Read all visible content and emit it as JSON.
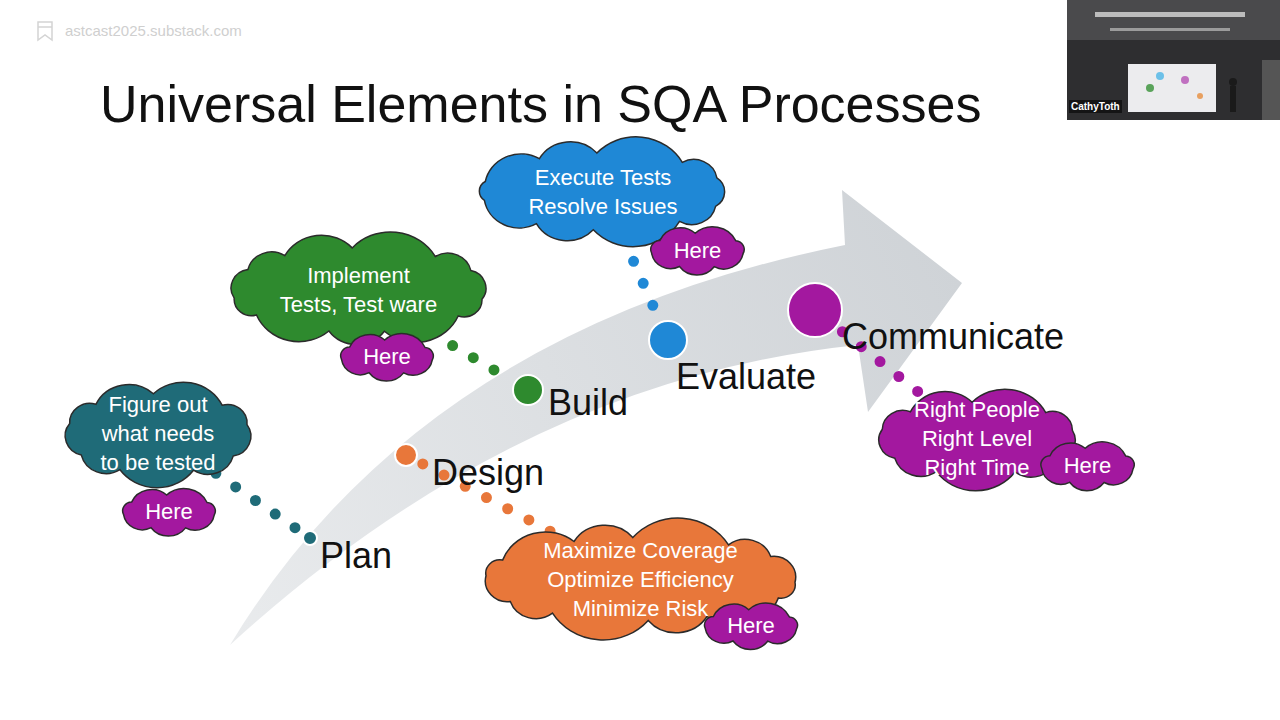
{
  "diagram": {
    "title": "Universal Elements in SQA Processes",
    "nodes": [
      {
        "text": [
          "Figure out what needs to be tested"
        ]
      },
      {
        "text": [
          "Here"
        ]
      },
      {
        "text": [
          "Plan"
        ]
      },
      {
        "text": [
          "Design"
        ]
      },
      {
        "text": [
          "Maximize Coverage Optimize Efficiency Minimize Risk"
        ]
      },
      {
        "text": [
          "Here"
        ]
      },
      {
        "text": [
          "Implement Tests, Test ware"
        ]
      },
      {
        "text": [
          "Here"
        ]
      },
      {
        "text": [
          "Build"
        ]
      },
      {
        "text": [
          "Execute Tests Resolve Issues"
        ]
      },
      {
        "text": [
          "Here"
        ]
      },
      {
        "text": [
          "Evaluate"
        ]
      },
      {
        "text": [
          "Communicate"
        ]
      },
      {
        "text": [
          "Right People Right Level Right Time"
        ]
      },
      {
        "text": [
          "Here"
        ]
      }
    ],
    "edges": [
      {
        "from": 0,
        "to": 1,
        "arrow": "none"
      },
      {
        "from": 0,
        "to": 2,
        "arrow": "none"
      },
      {
        "from": 3,
        "to": 4,
        "arrow": "none"
      },
      {
        "from": 4,
        "to": 5,
        "arrow": "none"
      },
      {
        "from": 6,
        "to": 7,
        "arrow": "none"
      },
      {
        "from": 6,
        "to": 8,
        "arrow": "none"
      },
      {
        "from": 9,
        "to": 10,
        "arrow": "none"
      },
      {
        "from": 9,
        "to": 11,
        "arrow": "none"
      },
      {
        "from": 12,
        "to": 13,
        "arrow": "none"
      },
      {
        "from": 13,
        "to": 14,
        "arrow": "none"
      }
    ],
    "labels": [
      "astcast2025.substack.com",
      "CathyToth"
    ]
  }
}
